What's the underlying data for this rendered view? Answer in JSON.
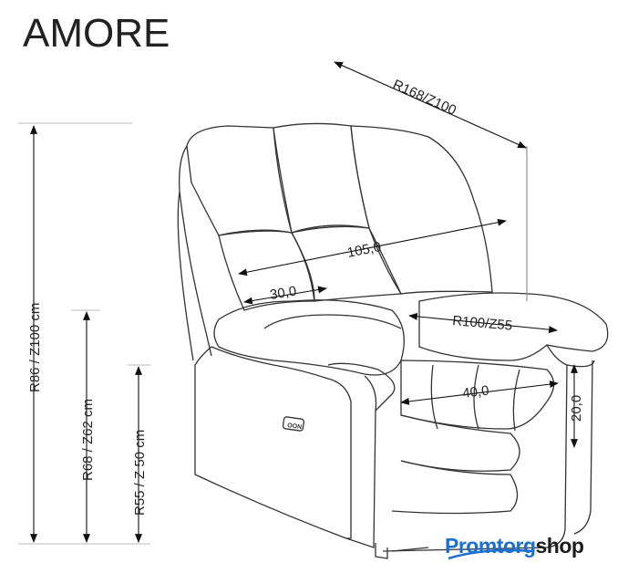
{
  "title": "AMORE",
  "dimensions": {
    "total_height": "R86 / Z100 cm",
    "armrest_height": "R68 / Z62 cm",
    "seat_height": "R55 / Z 50 cm",
    "reclined_length": "R168/Z100",
    "width": "105,0",
    "armrest_width": "30,0",
    "seat_depth": "R100/Z55",
    "seat_width": "40,0",
    "cushion_height": "20,0"
  },
  "control_button_label": "OON",
  "logo": {
    "part1": "Promtorg",
    "part2": "shop",
    "color": "#1a6fcf"
  }
}
